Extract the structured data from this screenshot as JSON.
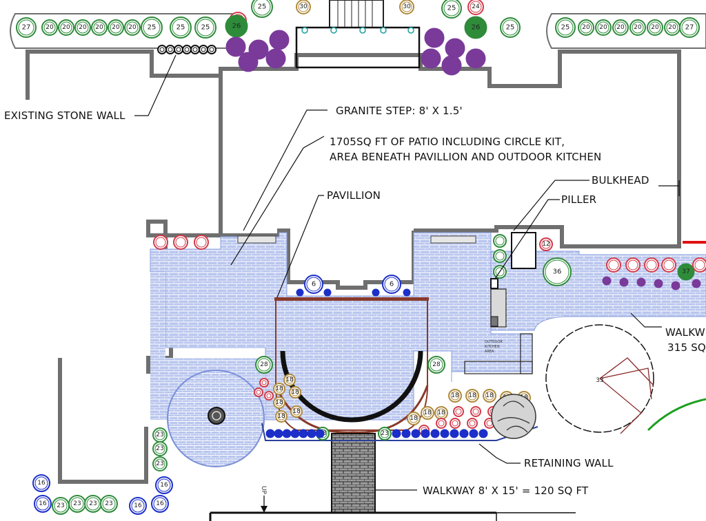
{
  "labels": {
    "existing_stone_wall": "EXISTING STONE WALL",
    "granite_step": "GRANITE STEP: 8' X 1.5'",
    "patio_line1": "1705SQ FT OF PATIO INCLUDING CIRCLE KIT,",
    "patio_line2": "AREA BENEATH PAVILLION AND OUTDOOR KITCHEN",
    "pavillion": "PAVILLION",
    "bulkhead": "BULKHEAD",
    "piller": "PILLER",
    "walkway_right_line1": "WALKW",
    "walkway_right_line2": "315 SQ",
    "retaining_wall": "RETAINING WALL",
    "walkway_bottom": "WALKWAY  8' X 15' = 120 SQ FT",
    "outdoor_kitchen_line1": "OUTDOOR",
    "outdoor_kitchen_line2": "KITCHEN",
    "outdoor_kitchen_line3": "AREA",
    "up_marker": "UP"
  },
  "plant_counts": {
    "top_left_row": [
      "27",
      "20",
      "20",
      "20",
      "20",
      "20",
      "20",
      "25",
      "25",
      "25"
    ],
    "top_left_cluster": [
      "25",
      "24",
      "26"
    ],
    "top_center_left": [
      "30"
    ],
    "top_center_right": [
      "30",
      "25"
    ],
    "top_right_cluster": [
      "26",
      "25",
      "24"
    ],
    "top_right_row": [
      "25",
      "20",
      "20",
      "20",
      "20",
      "20",
      "20",
      "20",
      "27"
    ],
    "pavilion_planters": [
      "6",
      "6"
    ],
    "left_bed": [
      "28",
      "18",
      "18",
      "18",
      "18",
      "18",
      "18",
      "23"
    ],
    "right_bed": [
      "28",
      "18",
      "18",
      "18",
      "18",
      "18",
      "18",
      "18",
      "18",
      "23"
    ],
    "near_kitchen": [
      "12",
      "36",
      "37"
    ],
    "left_column": [
      "23",
      "23",
      "23",
      "16"
    ],
    "bottom_row": [
      "16",
      "16",
      "23",
      "23",
      "23",
      "23",
      "16",
      "16"
    ],
    "large_tree": "33"
  },
  "colors": {
    "paver": "#b9c6ee",
    "paver_line": "#ffffff",
    "wall": "#6f6f6f",
    "pavilion": "#8a3a2a",
    "plant_green": "#2e8b3a",
    "plant_purple": "#7a3a9a",
    "plant_red": "#d23a4a",
    "plant_blue": "#1c2fc8",
    "plant_tan": "#b08a3a"
  }
}
